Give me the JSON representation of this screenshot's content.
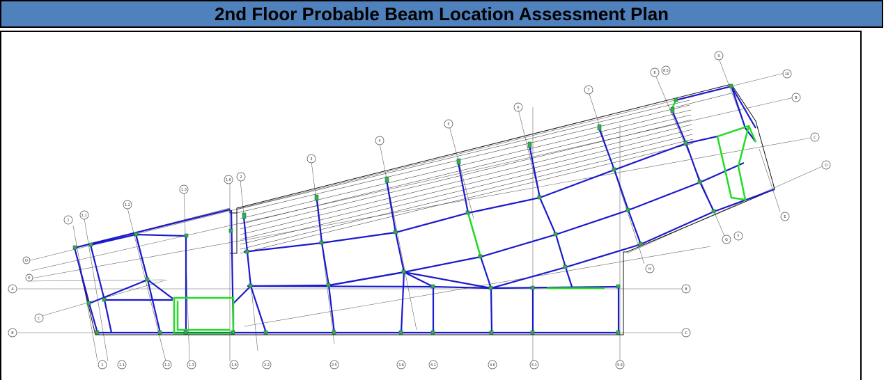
{
  "title": "2nd Floor Probable Beam Location Assessment Plan",
  "colors": {
    "title_bg": "#4f81bd",
    "beam_blue": "#1a1acc",
    "beam_green": "#22dd22",
    "column_green": "#33aa55",
    "grid_gray": "#555555"
  },
  "bottom_grid_labels": [
    "1",
    "1.1",
    "1.2",
    "1.3",
    "1.6",
    "2.2",
    "2.5",
    "3.6",
    "4.1",
    "4.6",
    "5.1",
    "5.6"
  ],
  "left_grid_labels": [
    "A",
    "B",
    "C",
    "D",
    "E"
  ],
  "right_grid_labels": [
    "B",
    "C"
  ],
  "top_grid_labels": [
    "1",
    "1.1",
    "1.2",
    "1.3",
    "1.6",
    "2",
    "3",
    "4",
    "5",
    "6",
    "7",
    "8",
    "8.5",
    "9",
    "10"
  ],
  "diag_grid_labels": [
    "B",
    "C",
    "D",
    "E",
    "F",
    "G",
    "H"
  ]
}
